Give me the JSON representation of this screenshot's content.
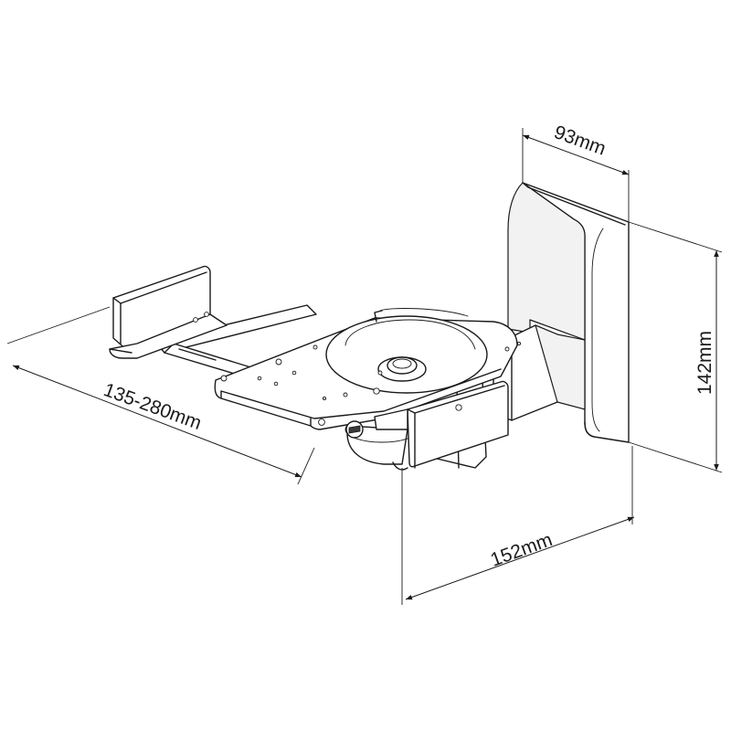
{
  "dimensions": {
    "depth": "93mm",
    "height": "142mm",
    "arm_width": "135-280mm",
    "reach": "152mm"
  }
}
